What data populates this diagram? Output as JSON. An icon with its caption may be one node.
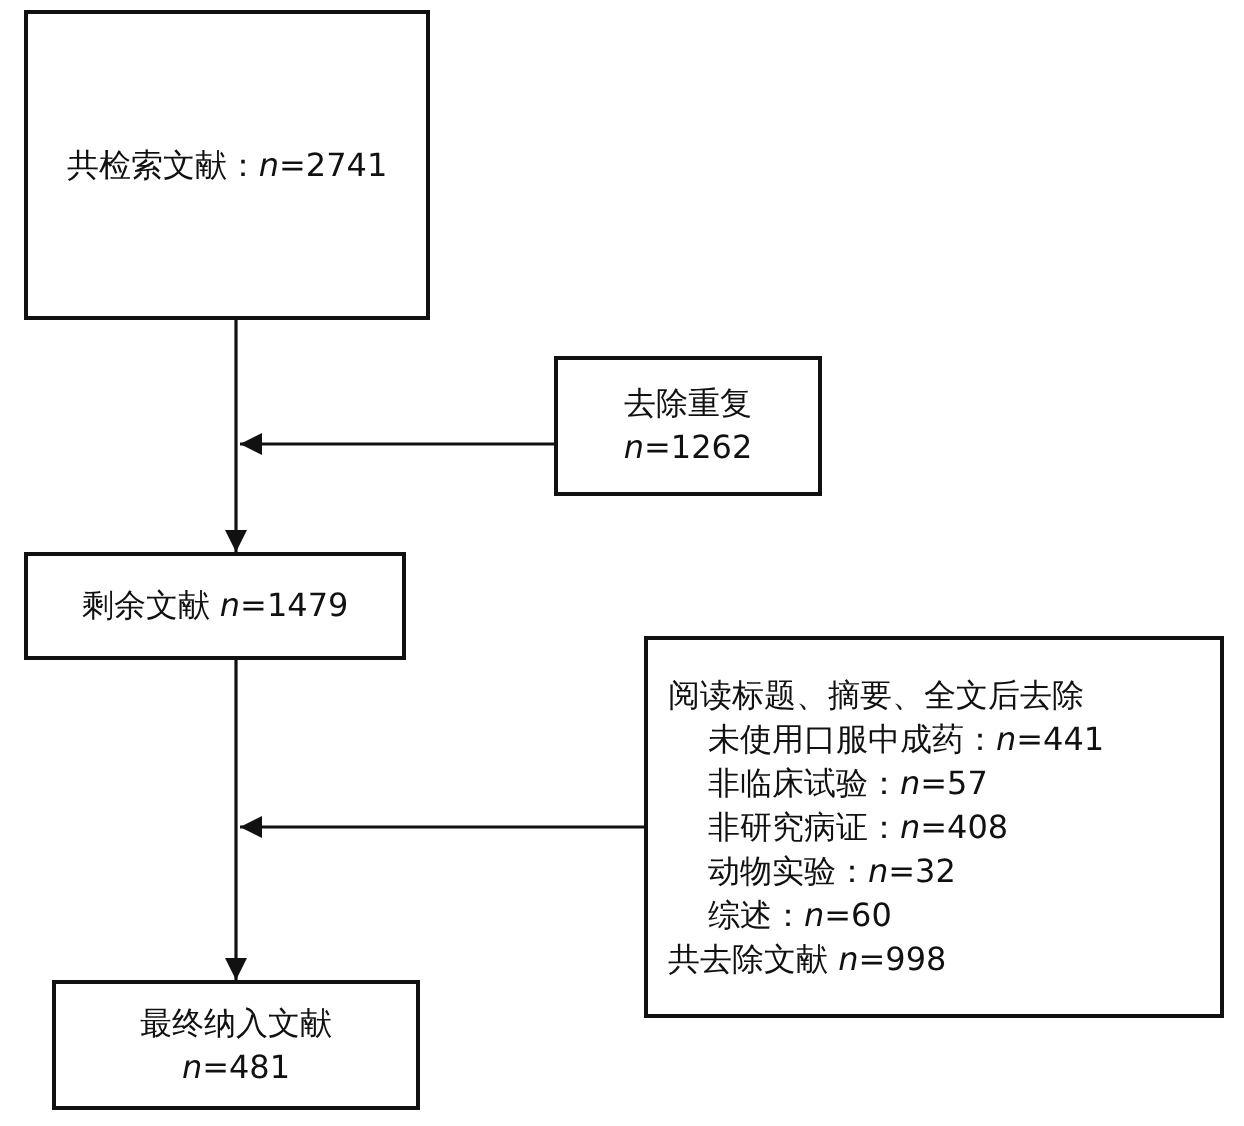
{
  "diagram": {
    "nodes": [
      {
        "text": [
          "共检索文献：*n*=2741"
        ]
      },
      {
        "text": [
          "去除重复",
          "*n*=1262"
        ]
      },
      {
        "text": [
          "剩余文献 *n*=1479"
        ]
      },
      {
        "text": [
          "阅读标题、摘要、全文后去除",
          "未使用口服中成药：*n*=441",
          "非临床试验：*n*=57",
          "非研究病证：*n*=408",
          "动物实验：*n*=32",
          "综述：*n*=60",
          "共去除文献 *n*=998"
        ]
      },
      {
        "text": [
          "最终纳入文献",
          "*n*=481"
        ]
      }
    ],
    "edges": [
      {
        "from": 0,
        "to": 2,
        "arrow": "to"
      },
      {
        "from": 1,
        "to": null,
        "arrow": "to"
      },
      {
        "from": 3,
        "to": null,
        "arrow": "to"
      },
      {
        "from": 2,
        "to": 4,
        "arrow": "to"
      }
    ]
  }
}
